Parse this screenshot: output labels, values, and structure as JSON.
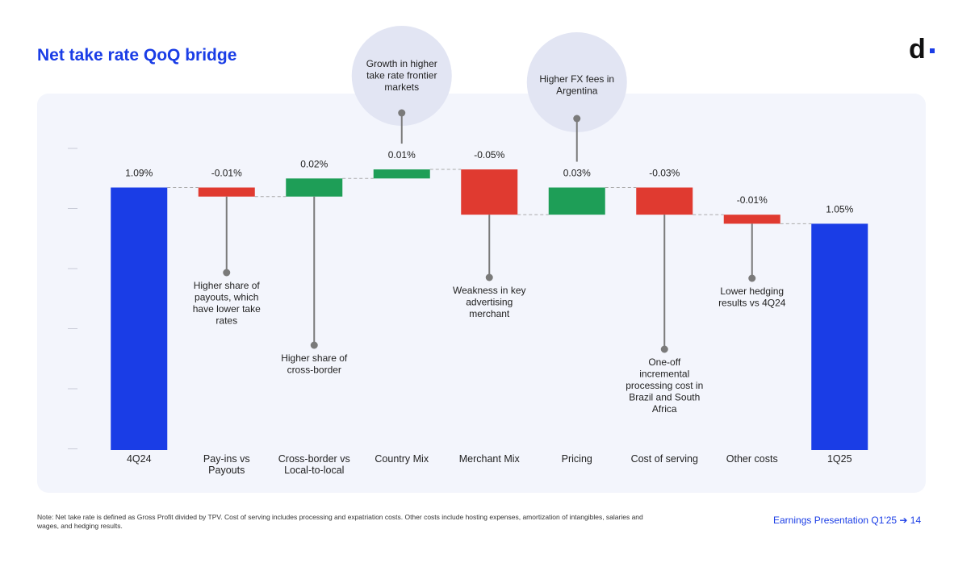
{
  "header": {
    "title": "Net take rate QoQ bridge",
    "logo": "d"
  },
  "chart_data": {
    "type": "waterfall",
    "categories": [
      "4Q24",
      "Pay-ins vs Payouts",
      "Cross-border vs Local-to-local",
      "Country Mix",
      "Merchant Mix",
      "Pricing",
      "Cost of serving",
      "Other costs",
      "1Q25"
    ],
    "values": [
      1.09,
      -0.01,
      0.02,
      0.01,
      -0.05,
      0.03,
      -0.03,
      -0.01,
      1.05
    ],
    "value_labels": [
      "1.09%",
      "-0.01%",
      "0.02%",
      "0.01%",
      "-0.05%",
      "0.03%",
      "-0.03%",
      "-0.01%",
      "1.05%"
    ],
    "bar_kinds": [
      "total",
      "delta",
      "delta",
      "delta",
      "delta",
      "delta",
      "delta",
      "delta",
      "total"
    ],
    "ylim": [
      0.8,
      1.14
    ],
    "annotations": [
      {
        "index": 1,
        "side": "below",
        "text": "Higher share of payouts, which have lower take rates"
      },
      {
        "index": 2,
        "side": "below",
        "text": "Higher share of cross-border"
      },
      {
        "index": 3,
        "side": "above",
        "text": "Growth in higher take rate frontier markets"
      },
      {
        "index": 4,
        "side": "below",
        "text": "Weakness in key advertising merchant"
      },
      {
        "index": 5,
        "side": "above",
        "text": "Higher FX fees in Argentina"
      },
      {
        "index": 6,
        "side": "below",
        "text": "One-off incremental processing cost in Brazil and South Africa"
      },
      {
        "index": 7,
        "side": "below",
        "text": "Lower hedging results vs 4Q24"
      }
    ],
    "colors": {
      "total": "#1a3de6",
      "increase": "#1e9e57",
      "decrease": "#e03a30",
      "connector": "#aaaaaa",
      "callout": "#7a7a7a",
      "bubble": "#e2e5f3"
    }
  },
  "footer": {
    "note": "Note: Net take rate is defined as Gross Profit divided by TPV. Cost of serving includes processing and expatriation costs. Other costs include hosting expenses, amortization of intangibles, salaries and wages, and hedging results.",
    "page_label": "Earnings Presentation Q1'25 ➔ 14"
  }
}
